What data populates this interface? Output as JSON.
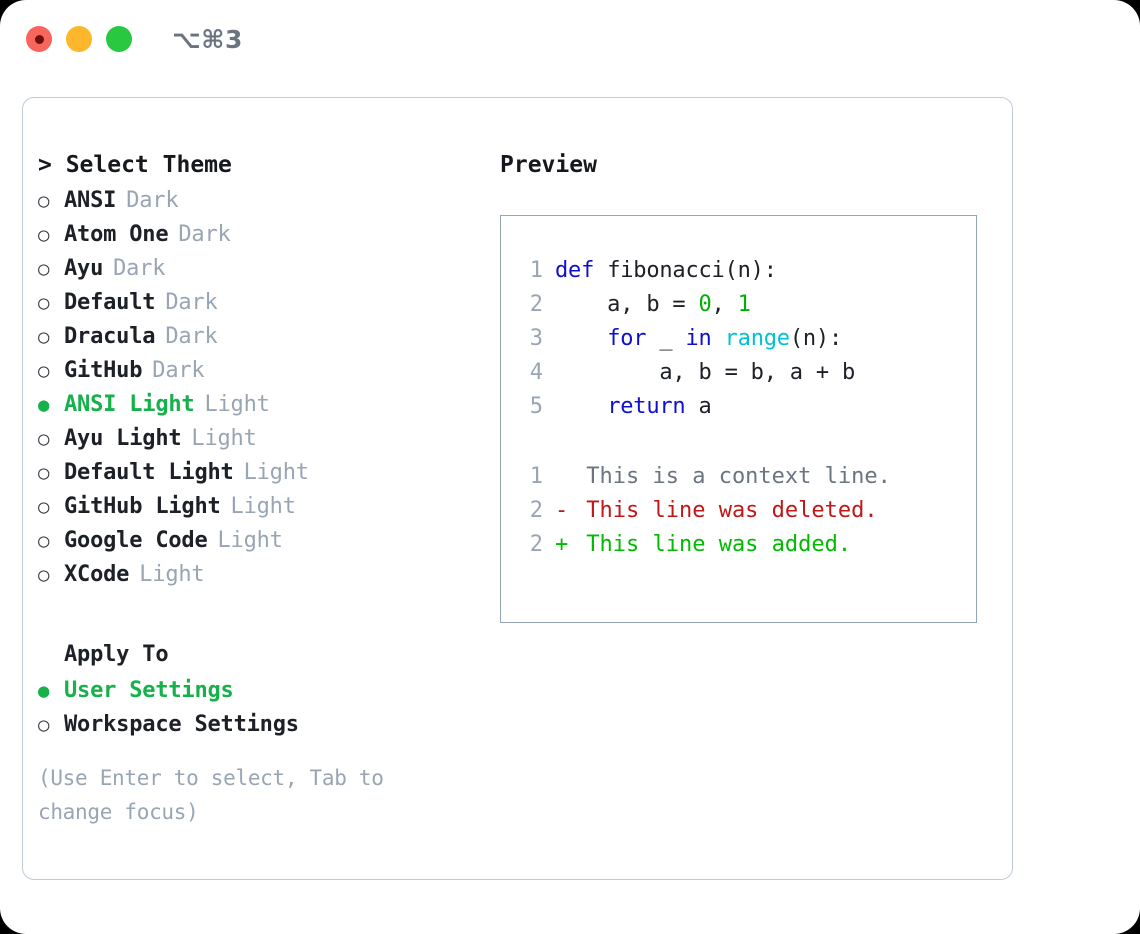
{
  "titlebar": {
    "shortcut": "⌥⌘3",
    "buttons": [
      "close",
      "minimize",
      "maximize"
    ]
  },
  "theme_selector": {
    "header": "> Select Theme",
    "items": [
      {
        "label": "ANSI",
        "suffix": "Dark",
        "selected": false,
        "bullet": "○"
      },
      {
        "label": "Atom One",
        "suffix": "Dark",
        "selected": false,
        "bullet": "○"
      },
      {
        "label": "Ayu",
        "suffix": "Dark",
        "selected": false,
        "bullet": "○"
      },
      {
        "label": "Default",
        "suffix": "Dark",
        "selected": false,
        "bullet": "○"
      },
      {
        "label": "Dracula",
        "suffix": "Dark",
        "selected": false,
        "bullet": "○"
      },
      {
        "label": "GitHub",
        "suffix": "Dark",
        "selected": false,
        "bullet": "○"
      },
      {
        "label": "ANSI Light",
        "suffix": "Light",
        "selected": true,
        "bullet": "●"
      },
      {
        "label": "Ayu Light",
        "suffix": "Light",
        "selected": false,
        "bullet": "○"
      },
      {
        "label": "Default Light",
        "suffix": "Light",
        "selected": false,
        "bullet": "○"
      },
      {
        "label": "GitHub Light",
        "suffix": "Light",
        "selected": false,
        "bullet": "○"
      },
      {
        "label": "Google Code",
        "suffix": "Light",
        "selected": false,
        "bullet": "○"
      },
      {
        "label": "XCode",
        "suffix": "Light",
        "selected": false,
        "bullet": "○"
      }
    ]
  },
  "apply_to": {
    "header": "Apply To",
    "items": [
      {
        "label": "User Settings",
        "selected": true,
        "bullet": "●"
      },
      {
        "label": "Workspace Settings",
        "selected": false,
        "bullet": "○"
      }
    ]
  },
  "hint": "(Use Enter to select, Tab to change focus)",
  "preview": {
    "header": "Preview",
    "code_lines": [
      {
        "lineno": "1",
        "tokens": [
          {
            "text": "def ",
            "type": "kw"
          },
          {
            "text": "fibonacci(n):",
            "type": "txt"
          }
        ]
      },
      {
        "lineno": "2",
        "tokens": [
          {
            "text": "    a, b = ",
            "type": "txt"
          },
          {
            "text": "0",
            "type": "num"
          },
          {
            "text": ", ",
            "type": "txt"
          },
          {
            "text": "1",
            "type": "num"
          }
        ]
      },
      {
        "lineno": "3",
        "tokens": [
          {
            "text": "    ",
            "type": "txt"
          },
          {
            "text": "for",
            "type": "kw"
          },
          {
            "text": " _ ",
            "type": "txt"
          },
          {
            "text": "in",
            "type": "kw"
          },
          {
            "text": " ",
            "type": "txt"
          },
          {
            "text": "range",
            "type": "fn"
          },
          {
            "text": "(n):",
            "type": "txt"
          }
        ]
      },
      {
        "lineno": "4",
        "tokens": [
          {
            "text": "        a, b = b, a + b",
            "type": "txt"
          }
        ]
      },
      {
        "lineno": "5",
        "tokens": [
          {
            "text": "    ",
            "type": "txt"
          },
          {
            "text": "return",
            "type": "kw"
          },
          {
            "text": " a",
            "type": "txt"
          }
        ]
      }
    ],
    "diff_lines": [
      {
        "lineno": "1",
        "sign": " ",
        "text": "This is a context line.",
        "kind": "context"
      },
      {
        "lineno": "2",
        "sign": "-",
        "text": "This line was deleted.",
        "kind": "deleted"
      },
      {
        "lineno": "2",
        "sign": "+",
        "text": "This line was added.",
        "kind": "added"
      }
    ]
  },
  "colors": {
    "accent_green": "#16b14b",
    "muted": "#9aa5b4",
    "keyword_blue": "#0f0fcf",
    "function_cyan": "#00c3cf",
    "number_green": "#00b000",
    "diff_deleted": "#c01717",
    "diff_added": "#00bb00",
    "border": "#c2cad6",
    "preview_border": "#94a3b5",
    "dot_red": "#f8655c",
    "dot_yellow": "#fcb72b",
    "dot_green": "#28c840"
  }
}
